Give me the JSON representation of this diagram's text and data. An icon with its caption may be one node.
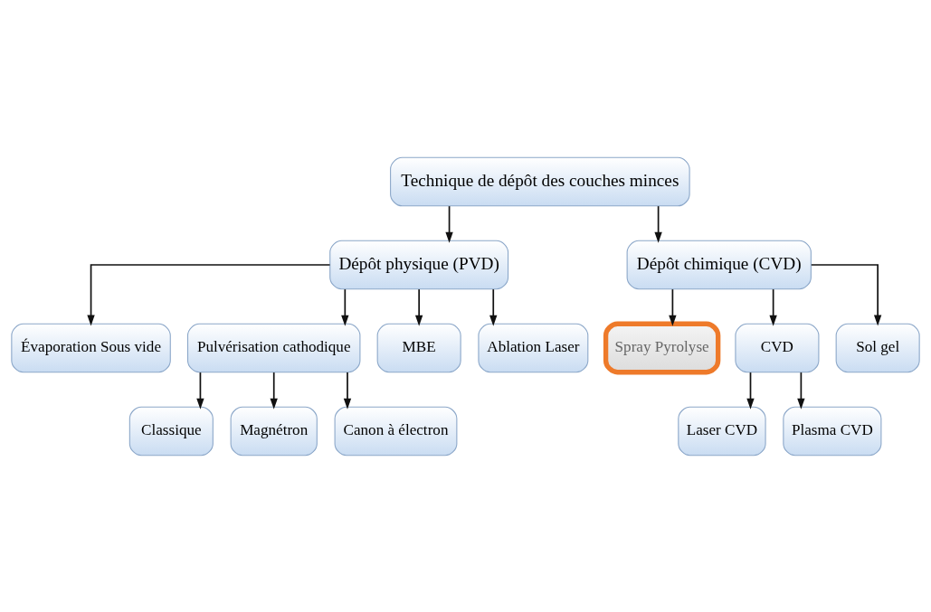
{
  "diagram": {
    "nodes": [
      {
        "text": [
          "Technique de dépôt des couches minces"
        ]
      },
      {
        "text": [
          "Dépôt physique (PVD)"
        ]
      },
      {
        "text": [
          "Dépôt chimique (CVD)"
        ]
      },
      {
        "text": [
          "Évaporation Sous vide"
        ]
      },
      {
        "text": [
          "Pulvérisation cathodique"
        ]
      },
      {
        "text": [
          "MBE"
        ]
      },
      {
        "text": [
          "Ablation Laser"
        ]
      },
      {
        "text": [
          "Spray Pyrolyse"
        ]
      },
      {
        "text": [
          "CVD"
        ]
      },
      {
        "text": [
          "Sol gel"
        ]
      },
      {
        "text": [
          "Classique"
        ]
      },
      {
        "text": [
          "Magnétron"
        ]
      },
      {
        "text": [
          "Canon à électron"
        ]
      },
      {
        "text": [
          "Laser CVD"
        ]
      },
      {
        "text": [
          "Plasma CVD"
        ]
      }
    ],
    "edges": [
      {
        "from": 0,
        "to": 1,
        "arrow": "to"
      },
      {
        "from": 0,
        "to": 2,
        "arrow": "to"
      },
      {
        "from": 1,
        "to": 3,
        "arrow": "to"
      },
      {
        "from": 1,
        "to": 4,
        "arrow": "to"
      },
      {
        "from": 1,
        "to": 5,
        "arrow": "to"
      },
      {
        "from": 1,
        "to": 6,
        "arrow": "to"
      },
      {
        "from": 2,
        "to": 7,
        "arrow": "to"
      },
      {
        "from": 2,
        "to": 8,
        "arrow": "to"
      },
      {
        "from": 2,
        "to": 9,
        "arrow": "to"
      },
      {
        "from": 4,
        "to": 10,
        "arrow": "to"
      },
      {
        "from": 4,
        "to": 11,
        "arrow": "to"
      },
      {
        "from": 4,
        "to": 12,
        "arrow": "to"
      },
      {
        "from": 8,
        "to": 13,
        "arrow": "to"
      },
      {
        "from": 8,
        "to": 14,
        "arrow": "to"
      }
    ]
  }
}
